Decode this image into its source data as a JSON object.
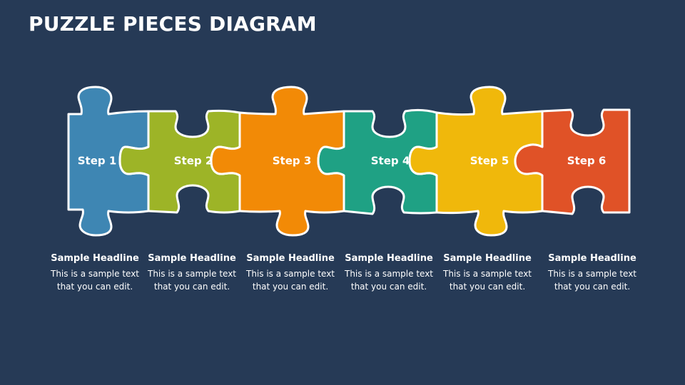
{
  "slide": {
    "title": "PUZZLE PIECES DIAGRAM",
    "background": "#263a56"
  },
  "steps": [
    {
      "label": "Step 1",
      "color": "#3e86b3",
      "headline": "Sample Headline",
      "text_line1": "This is a sample text",
      "text_line2": "that you can edit."
    },
    {
      "label": "Step 2",
      "color": "#9db427",
      "headline": "Sample Headline",
      "text_line1": "This is a sample text",
      "text_line2": "that you can edit."
    },
    {
      "label": "Step 3",
      "color": "#f28a06",
      "headline": "Sample Headline",
      "text_line1": "This is a sample text",
      "text_line2": "that you can edit."
    },
    {
      "label": "Step 4",
      "color": "#1fa184",
      "headline": "Sample Headline",
      "text_line1": "This is a sample text",
      "text_line2": "that you can edit."
    },
    {
      "label": "Step 5",
      "color": "#f0b80b",
      "headline": "Sample Headline",
      "text_line1": "This is a sample text",
      "text_line2": "that you can edit."
    },
    {
      "label": "Step 6",
      "color": "#e05227",
      "headline": "Sample Headline",
      "text_line1": "This is a sample text",
      "text_line2": "that you can edit."
    }
  ]
}
